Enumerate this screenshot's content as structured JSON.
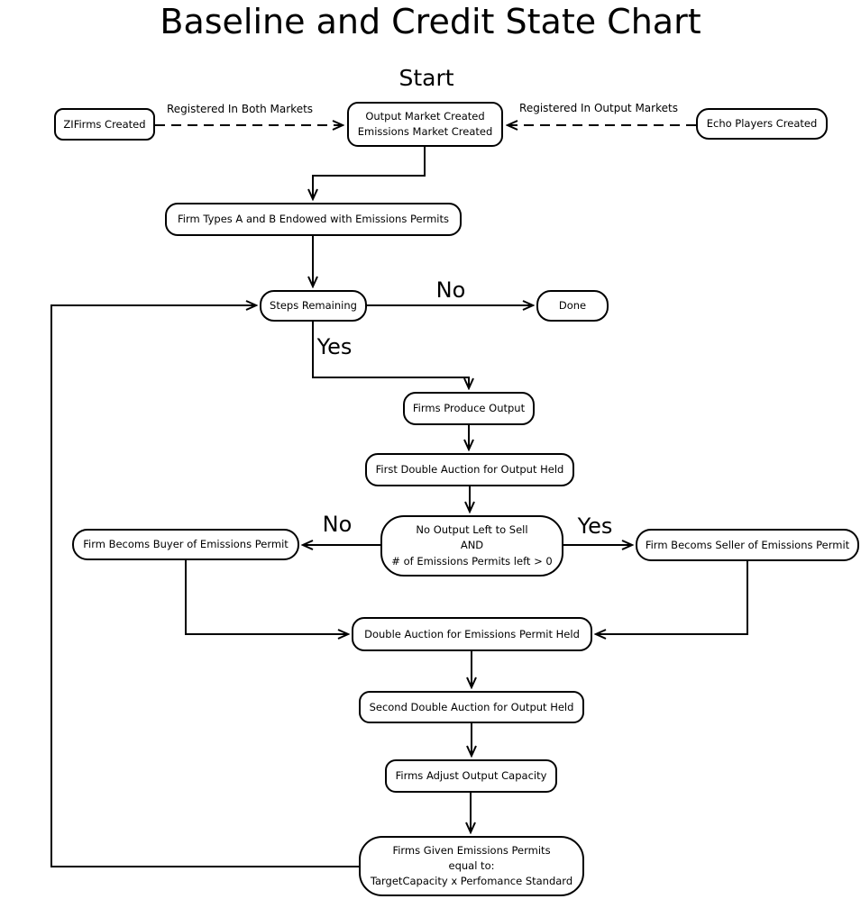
{
  "title": "Baseline and Credit State Chart",
  "labels": {
    "start": "Start",
    "registered_both": "Registered In Both Markets",
    "registered_output": "Registered In Output Markets",
    "steps_no": "No",
    "steps_yes": "Yes",
    "decision_no": "No",
    "decision_yes": "Yes"
  },
  "nodes": {
    "zifirms": {
      "label": "ZIFirms Created"
    },
    "output_market": {
      "label": "Output Market Created\nEmissions Market Created"
    },
    "echo_players": {
      "label": "Echo Players Created"
    },
    "firm_types": {
      "label": "Firm Types A and B Endowed with Emissions Permits"
    },
    "steps_remaining": {
      "label": "Steps Remaining"
    },
    "done": {
      "label": "Done"
    },
    "firms_produce": {
      "label": "Firms Produce Output"
    },
    "first_auction": {
      "label": "First Double Auction for Output Held"
    },
    "decision": {
      "label": "No Output Left to Sell\nAND\n# of Emissions Permits left > 0"
    },
    "buyer": {
      "label": "Firm Becoms Buyer of Emissions Permit"
    },
    "seller": {
      "label": "Firm Becoms Seller of Emissions Permit"
    },
    "emissions_auction": {
      "label": "Double Auction for Emissions Permit Held"
    },
    "second_auction": {
      "label": "Second Double Auction for Output Held"
    },
    "adjust_capacity": {
      "label": "Firms Adjust Output Capacity"
    },
    "permits_given": {
      "label": "Firms Given Emissions Permits\nequal to:\nTargetCapacity x Perfomance Standard"
    }
  },
  "colors": {
    "ink": "#000000",
    "background": "#ffffff"
  }
}
